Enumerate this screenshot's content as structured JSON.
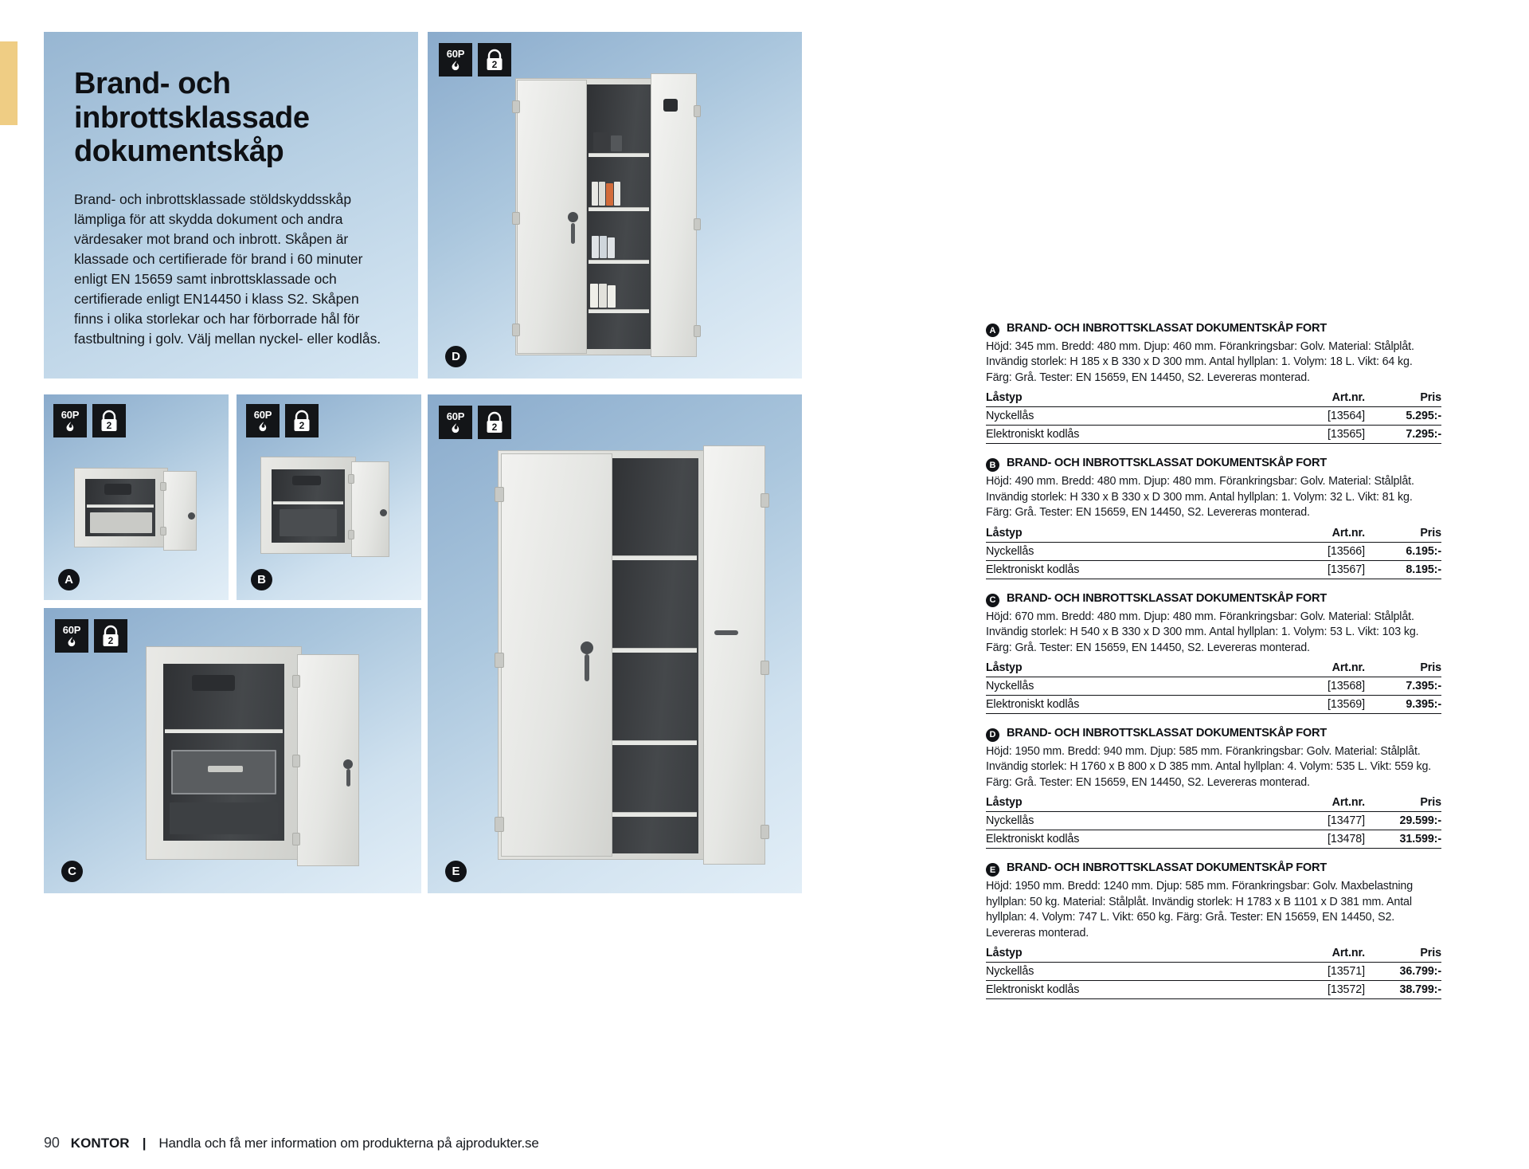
{
  "hero": {
    "title": "Brand- och inbrottsklassade dokumentskåp",
    "paragraph": "Brand- och inbrottsklassade stöldskyddsskåp lämpliga för att skydda dokument och andra värdesaker mot brand och inbrott. Skåpen är klassade och certifierade för brand i 60 minuter enligt EN 15659 samt inbrottsklassade och certifierade enligt EN14450 i klass S2. Skåpen finns i olika storlekar och har förborrade hål för fastbultning i golv. Välj mellan nyckel- eller kodlås."
  },
  "badge": {
    "fire_label": "60P",
    "fire_icon": "flame-icon",
    "lock_label": "2",
    "lock_icon": "padlock-icon"
  },
  "markers": {
    "a": "A",
    "b": "B",
    "c": "C",
    "d": "D",
    "e": "E"
  },
  "table_headers": {
    "lastyp": "Låstyp",
    "artnr": "Art.nr.",
    "pris": "Pris"
  },
  "products": [
    {
      "letter": "A",
      "title": "BRAND- OCH INBROTTSKLASSAT DOKUMENTSKÅP FORT",
      "description": "Höjd: 345 mm. Bredd: 480 mm. Djup: 460 mm. Förankringsbar: Golv. Material: Stålplåt. Invändig storlek: H 185 x B 330 x D 300 mm. Antal hyllplan: 1. Volym: 18 L. Vikt: 64 kg. Färg: Grå. Tester: EN 15659, EN 14450, S2. Levereras monterad.",
      "rows": [
        {
          "lastyp": "Nyckellås",
          "artnr": "[13564]",
          "pris": "5.295:-"
        },
        {
          "lastyp": "Elektroniskt kodlås",
          "artnr": "[13565]",
          "pris": "7.295:-"
        }
      ]
    },
    {
      "letter": "B",
      "title": "BRAND- OCH INBROTTSKLASSAT DOKUMENTSKÅP FORT",
      "description": "Höjd: 490 mm. Bredd: 480 mm. Djup: 480 mm. Förankringsbar: Golv. Material: Stålplåt. Invändig storlek: H 330 x B 330 x D 300 mm. Antal hyllplan: 1. Volym: 32 L. Vikt: 81 kg. Färg: Grå. Tester: EN 15659, EN 14450, S2. Levereras monterad.",
      "rows": [
        {
          "lastyp": "Nyckellås",
          "artnr": "[13566]",
          "pris": "6.195:-"
        },
        {
          "lastyp": "Elektroniskt kodlås",
          "artnr": "[13567]",
          "pris": "8.195:-"
        }
      ]
    },
    {
      "letter": "C",
      "title": "BRAND- OCH INBROTTSKLASSAT DOKUMENTSKÅP FORT",
      "description": "Höjd: 670 mm. Bredd: 480 mm. Djup: 480 mm. Förankringsbar: Golv. Material: Stålplåt. Invändig storlek: H 540 x B 330 x D 300 mm. Antal hyllplan: 1. Volym: 53 L. Vikt: 103 kg. Färg: Grå. Tester: EN 15659, EN 14450, S2. Levereras monterad.",
      "rows": [
        {
          "lastyp": "Nyckellås",
          "artnr": "[13568]",
          "pris": "7.395:-"
        },
        {
          "lastyp": "Elektroniskt kodlås",
          "artnr": "[13569]",
          "pris": "9.395:-"
        }
      ]
    },
    {
      "letter": "D",
      "title": "BRAND- OCH INBROTTSKLASSAT DOKUMENTSKÅP FORT",
      "description": "Höjd: 1950 mm. Bredd: 940 mm. Djup: 585 mm. Förankringsbar: Golv. Material: Stålplåt. Invändig storlek: H 1760 x B 800 x D 385 mm. Antal hyllplan: 4. Volym: 535 L. Vikt: 559 kg. Färg: Grå. Tester: EN 15659, EN 14450, S2. Levereras monterad.",
      "rows": [
        {
          "lastyp": "Nyckellås",
          "artnr": "[13477]",
          "pris": "29.599:-"
        },
        {
          "lastyp": "Elektroniskt kodlås",
          "artnr": "[13478]",
          "pris": "31.599:-"
        }
      ]
    },
    {
      "letter": "E",
      "title": "BRAND- OCH INBROTTSKLASSAT DOKUMENTSKÅP FORT",
      "description": "Höjd: 1950 mm. Bredd: 1240 mm. Djup: 585 mm. Förankringsbar: Golv. Maxbelastning hyllplan: 50 kg. Material: Stålplåt. Invändig storlek: H 1783 x B 1101 x D 381 mm. Antal hyllplan: 4. Volym: 747 L. Vikt: 650 kg. Färg: Grå. Tester: EN 15659, EN 14450, S2. Levereras monterad.",
      "rows": [
        {
          "lastyp": "Nyckellås",
          "artnr": "[13571]",
          "pris": "36.799:-"
        },
        {
          "lastyp": "Elektroniskt kodlås",
          "artnr": "[13572]",
          "pris": "38.799:-"
        }
      ]
    }
  ],
  "footer": {
    "page_number": "90",
    "section": "KONTOR",
    "separator": "|",
    "text": "Handla och få mer information om produkterna på ajprodukter.se"
  },
  "colors": {
    "accent_tab": "#efcd84",
    "panel_blue": "#a8c5dc",
    "ink": "#111317"
  }
}
